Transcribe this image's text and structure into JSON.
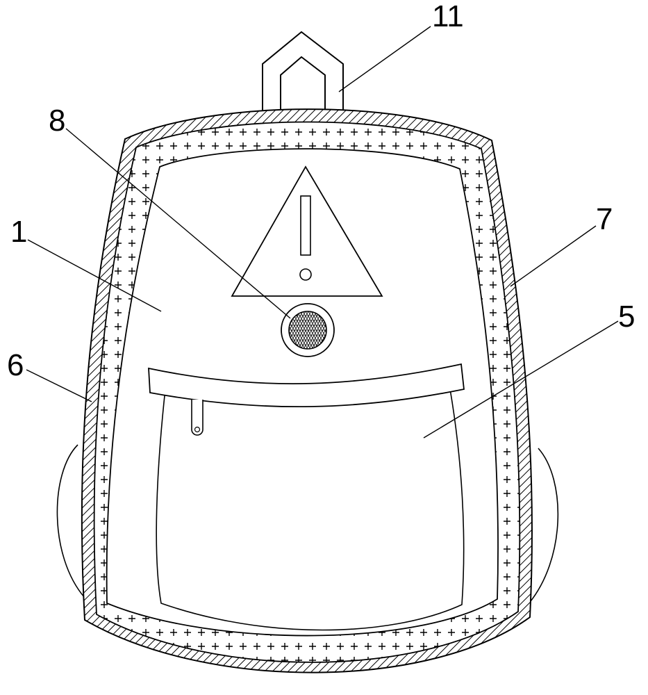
{
  "figure": {
    "labels": {
      "housing": "1",
      "front_pocket": "5",
      "outer_layer": "6",
      "inner_layer": "7",
      "speaker": "8",
      "hanging_loop": "11"
    }
  },
  "colors": {
    "line": "#000000",
    "background": "#ffffff"
  }
}
